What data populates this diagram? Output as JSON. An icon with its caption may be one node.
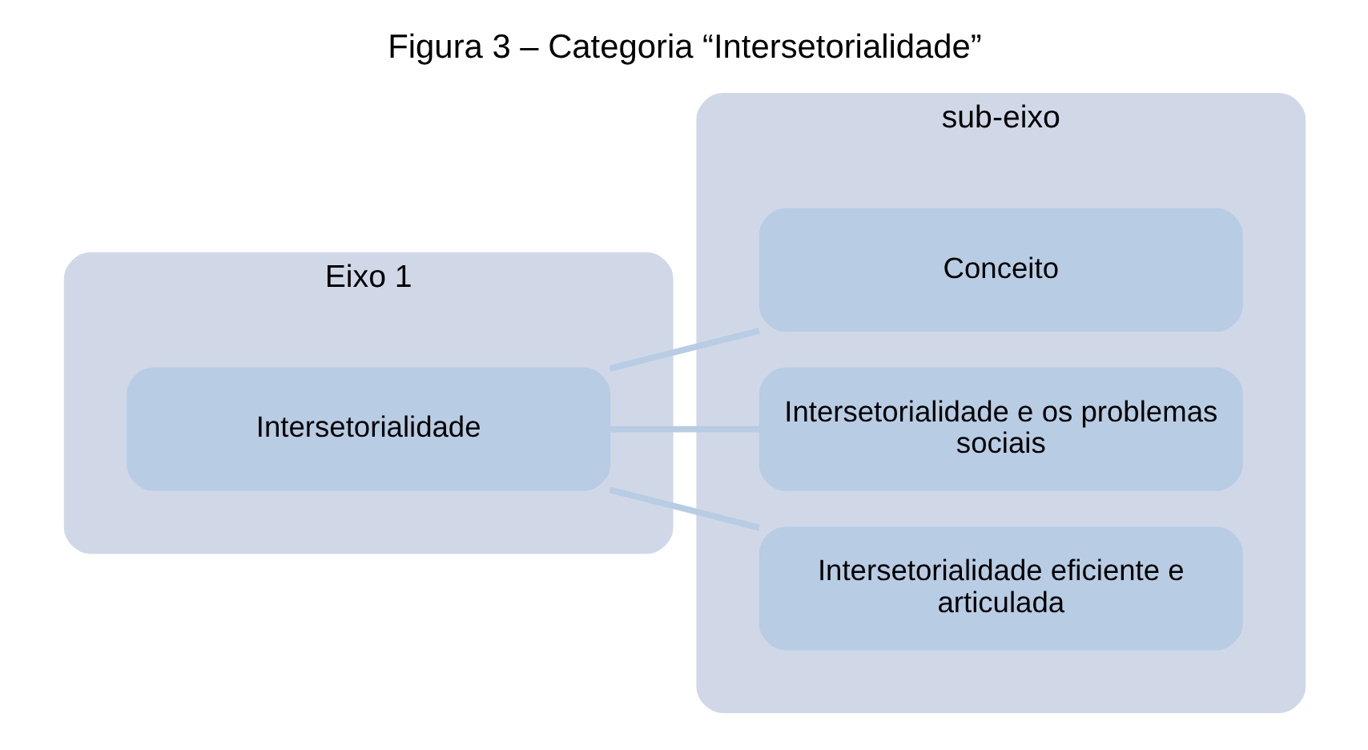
{
  "diagram": {
    "title": "Figura 3 – Categoria “Intersetorialidade”",
    "nodes": [
      {
        "text": [
          "Eixo 1"
        ]
      },
      {
        "text": [
          "Intersetorialidade"
        ],
        "in": 0
      },
      {
        "text": [
          "sub-eixo"
        ]
      },
      {
        "text": [
          "Conceito"
        ],
        "in": 2
      },
      {
        "text": [
          "Intersetorialidade e os problemas sociais"
        ],
        "in": 2
      },
      {
        "text": [
          "Intersetorialidade eficiente e articulada"
        ],
        "in": 2
      }
    ],
    "edges": [
      {
        "from": 1,
        "to": 3,
        "arrow": "none"
      },
      {
        "from": 1,
        "to": 4,
        "arrow": "none"
      },
      {
        "from": 1,
        "to": 5,
        "arrow": "none"
      }
    ]
  }
}
